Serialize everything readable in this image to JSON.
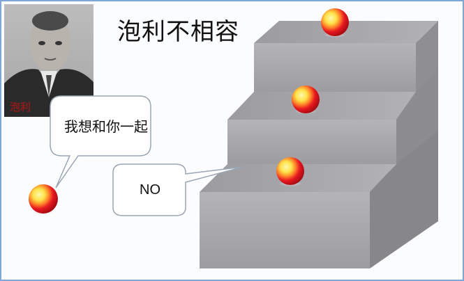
{
  "title": "泡利不相容",
  "portrait": {
    "label": "泡利"
  },
  "bubbles": [
    {
      "text": "我想和你一起"
    },
    {
      "text": "NO"
    }
  ],
  "colors": {
    "step_top": "#a6a6aa",
    "step_front": "#a9a9ad",
    "step_side": "#8b8b8f",
    "ball_main": "#e81820",
    "ball_highlight": "#fff27a",
    "bubble_border": "#9aa6b4",
    "frame_border": "#7fa6d9"
  }
}
